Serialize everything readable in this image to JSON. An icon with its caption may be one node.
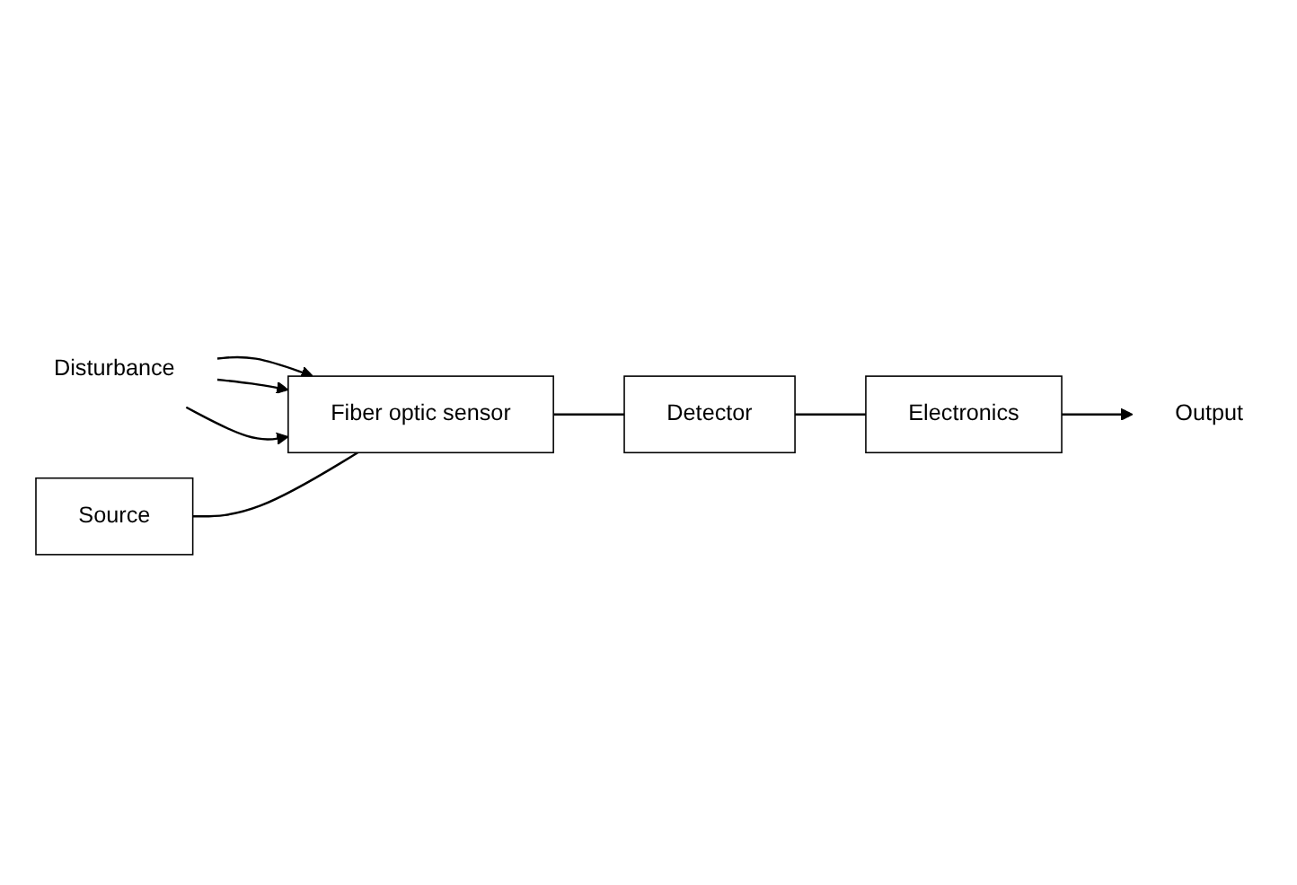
{
  "diagram": {
    "nodes": [
      {
        "text": [
          "Disturbance"
        ]
      },
      {
        "text": [
          "Source"
        ]
      },
      {
        "text": [
          "Fiber optic sensor"
        ]
      },
      {
        "text": [
          "Detector"
        ]
      },
      {
        "text": [
          "Electronics"
        ]
      },
      {
        "text": [
          "Output"
        ]
      }
    ],
    "edges": [
      {
        "from": 0,
        "to": 2,
        "arrow": "to"
      },
      {
        "from": 0,
        "to": 2,
        "arrow": "to"
      },
      {
        "from": 0,
        "to": 2,
        "arrow": "to"
      },
      {
        "from": 1,
        "to": 2,
        "arrow": "none"
      },
      {
        "from": 2,
        "to": 3,
        "arrow": "none"
      },
      {
        "from": 3,
        "to": 4,
        "arrow": "none"
      },
      {
        "from": 4,
        "to": 5,
        "arrow": "to"
      }
    ]
  }
}
